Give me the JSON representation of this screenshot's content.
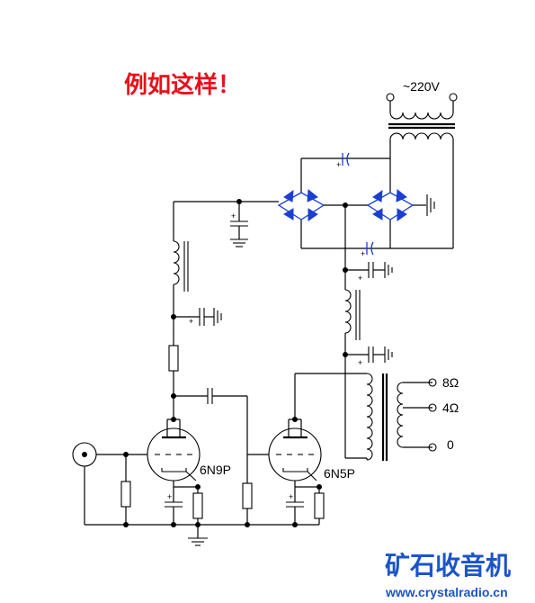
{
  "title": "例如这样！",
  "labels": {
    "ac_input": "~220V",
    "tube_preamp": "6N9P",
    "tube_output": "6N5P",
    "tap_8": "8Ω",
    "tap_4": "4Ω",
    "tap_0": "0",
    "polarity": "+"
  },
  "watermark": {
    "brand": "矿石收音机",
    "url": "www.crystalradio.cn"
  },
  "colors": {
    "title": "#e8101a",
    "diode": "#1a3fd1",
    "brand": "#1a55c8"
  }
}
